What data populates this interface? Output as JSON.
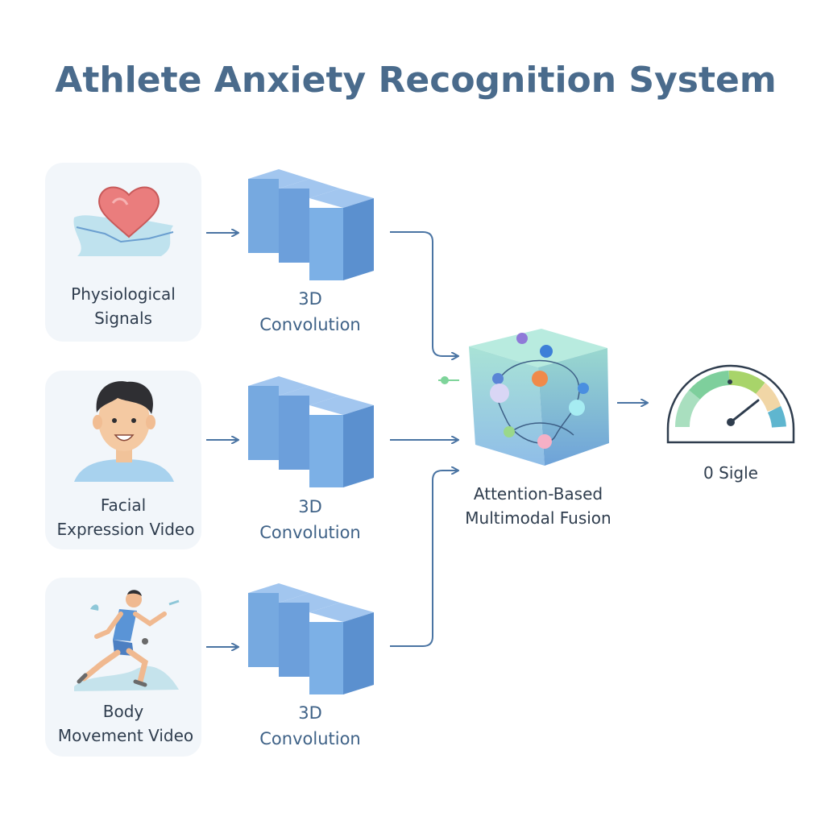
{
  "title": "Athlete Anxiety Recognition System",
  "inputs": [
    {
      "line1": "Physiological",
      "line2": "Signals",
      "icon": "heart-signal-icon"
    },
    {
      "line1": "Facial",
      "line2": "Expression Video",
      "icon": "face-icon"
    },
    {
      "line1": "Body",
      "line2": "Movement Video",
      "icon": "runner-icon"
    }
  ],
  "convs": [
    {
      "line1": "3D",
      "line2": "Convolution"
    },
    {
      "line1": "3D",
      "line2": "Convolution"
    },
    {
      "line1": "3D",
      "line2": "Convolution"
    }
  ],
  "fusion": {
    "line1": "Attention-Based",
    "line2": "Multimodal Fusion"
  },
  "output": {
    "label": "0 Sigle",
    "icon": "gauge-icon"
  },
  "colors": {
    "title": "#4a6b8c",
    "block_front": "#76a9e0",
    "block_side": "#5b90cf",
    "block_top": "#a2c6ef",
    "arrow": "#4a74a3"
  }
}
